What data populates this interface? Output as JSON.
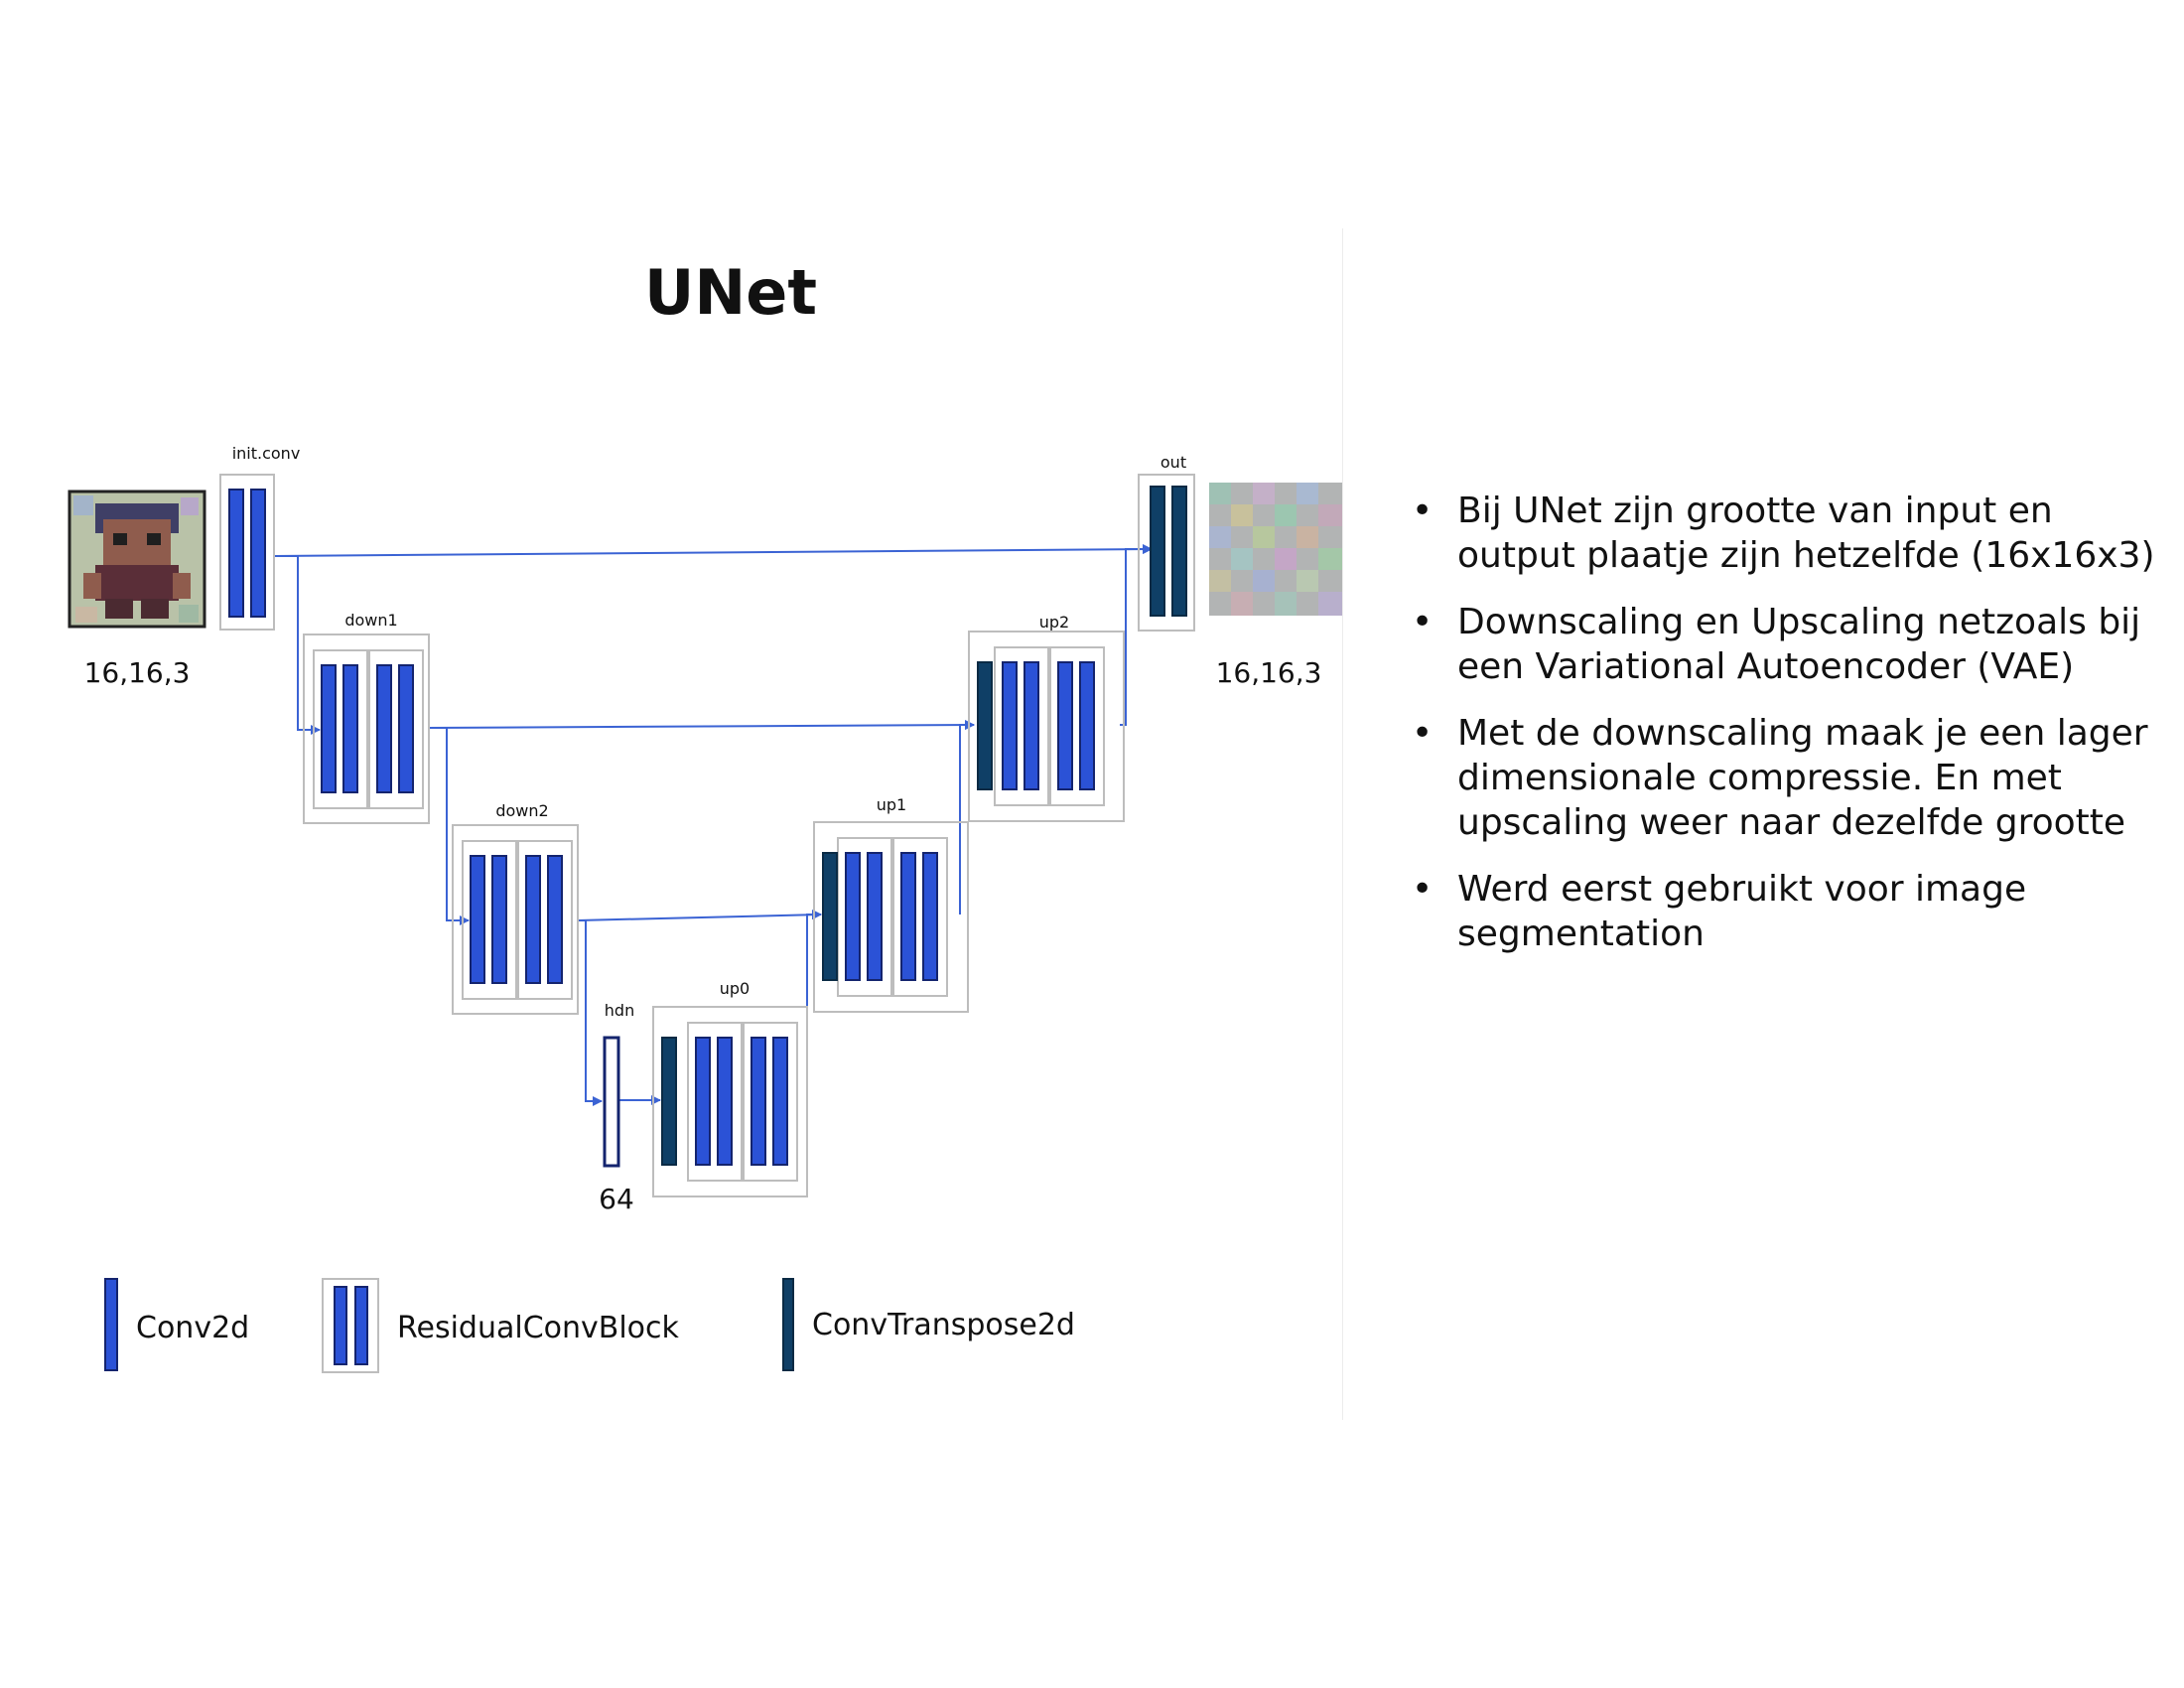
{
  "colors": {
    "conv2d": "#2b52d6",
    "conv2d_stroke": "#14246e",
    "conv_transpose": "#0f3f66",
    "frame": "#bdbdbd",
    "arrow": "#3b63d4"
  },
  "diagram": {
    "title": "UNet",
    "input_shape": "16,16,3",
    "output_shape": "16,16,3",
    "bottleneck_dim": "64",
    "nodes": {
      "init": "init.conv",
      "down1": "down1",
      "down2": "down2",
      "hdn": "hdn",
      "up0": "up0",
      "up1": "up1",
      "up2": "up2",
      "out": "out"
    },
    "legend": {
      "conv2d": "Conv2d",
      "residual": "ResidualConvBlock",
      "convtranspose": "ConvTranspose2d"
    }
  },
  "bullets": [
    "Bij UNet zijn grootte van input en output plaatje zijn hetzelfde (16x16x3)",
    "Downscaling en Upscaling netzoals bij een Variational Autoencoder (VAE)",
    "Met de downscaling maak je een lager dimensionale compressie. En met upscaling weer naar dezelfde grootte",
    "Werd eerst gebruikt voor image segmentation"
  ]
}
